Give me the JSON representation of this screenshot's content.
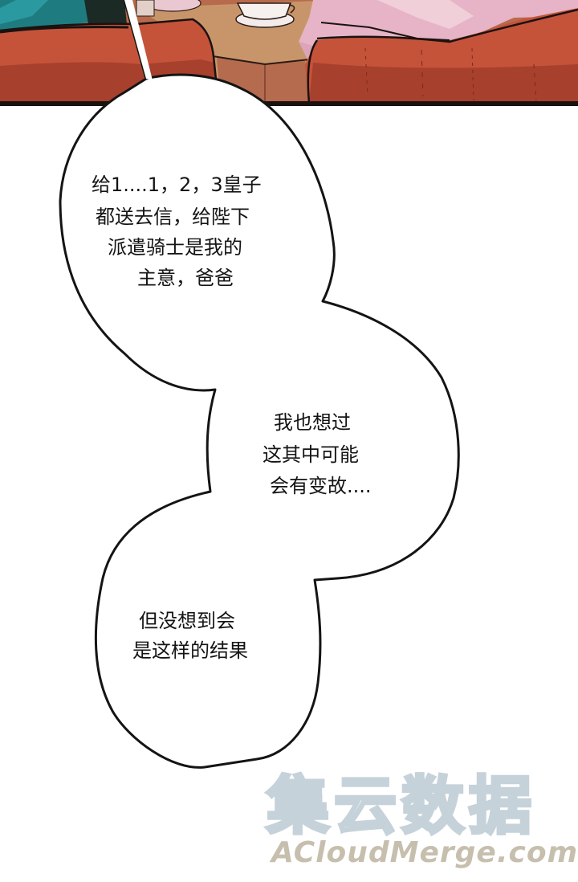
{
  "panel": {
    "type": "webtoon-panel",
    "background": "#ffffff",
    "scene_colors": {
      "sofa": "#c4533a",
      "sofa_shadow": "#a8402e",
      "table": "#c89568",
      "pink_cloth": "#e8b8c8",
      "teal_cloth": "#1e7c80",
      "outline": "#1a1210",
      "border": "#1a1210"
    }
  },
  "speech_bubble": {
    "outline_color": "#141414",
    "fill": "#ffffff",
    "sections": [
      {
        "id": "part1",
        "lines": [
          "给1....1，2，3皇子",
          "都送去信，给陛下",
          "派遣骑士是我的",
          "主意，爸爸"
        ]
      },
      {
        "id": "part2",
        "lines": [
          "我也想过",
          "这其中可能",
          "会有变故...."
        ]
      },
      {
        "id": "part3",
        "lines": [
          "但没想到会",
          "是这样的结果"
        ]
      }
    ]
  },
  "watermark": {
    "chinese": "集云数据",
    "english": "ACloudMerge.com"
  }
}
